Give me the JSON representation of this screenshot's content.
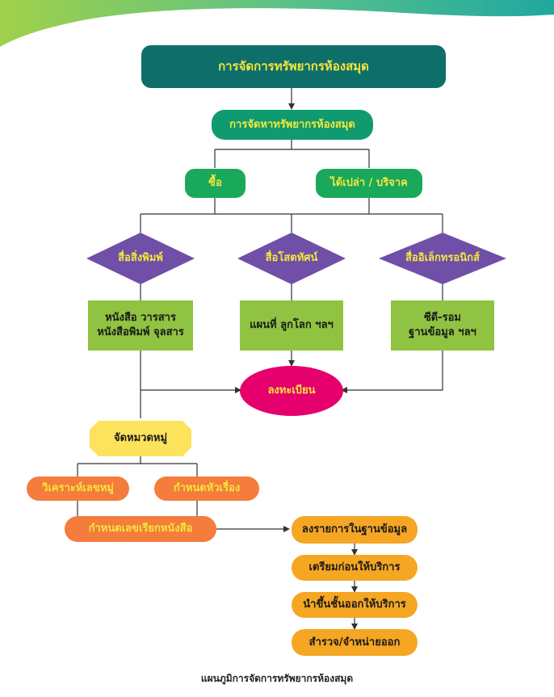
{
  "colors": {
    "banner": "#0e6f6a",
    "acquire": "#0f9b6f",
    "green_btn": "#1aa85b",
    "yellow_text": "#f5e63b",
    "purple": "#6f4fa8",
    "olive": "#8fc341",
    "magenta": "#e5006d",
    "yellow_octagon": "#fde25c",
    "orange": "#f47c3c",
    "amber": "#f5a623",
    "line": "#333333"
  },
  "title": "การจัดการทรัพยากรห้องสมุด",
  "acquire": "การจัดหาทรัพยากรห้องสมุด",
  "methods": {
    "buy": "ซื้อ",
    "donate": "ได้เปล่า / บริจาค"
  },
  "media": {
    "print": "สื่อสิ่งพิมพ์",
    "av": "สื่อโสตทัศน์",
    "electronic": "สื่ออิเล็กทรอนิกส์"
  },
  "examples": {
    "print": [
      "หนังสือ วารสาร",
      "หนังสือพิมพ์ จุลสาร"
    ],
    "av": [
      "แผนที่ ลูกโลก ฯลฯ"
    ],
    "electronic": [
      "ซีดี-รอม",
      "ฐานข้อมูล ฯลฯ"
    ]
  },
  "register": "ลงทะเบียน",
  "classify": "จัดหมวดหมู่",
  "analyze": "วิเคราะห์เลขหมู่",
  "subject": "กำหนดหัวเรื่อง",
  "callnumber": "กำหนดเลขเรียกหนังสือ",
  "steps": [
    "ลงรายการในฐานข้อมูล",
    "เตรียมก่อนให้บริการ",
    "นำขึ้นชั้นออกให้บริการ",
    "สำรวจ/จำหน่ายออก"
  ],
  "caption": "แผนภูมิการจัดการทรัพยากรห้องสมุด"
}
